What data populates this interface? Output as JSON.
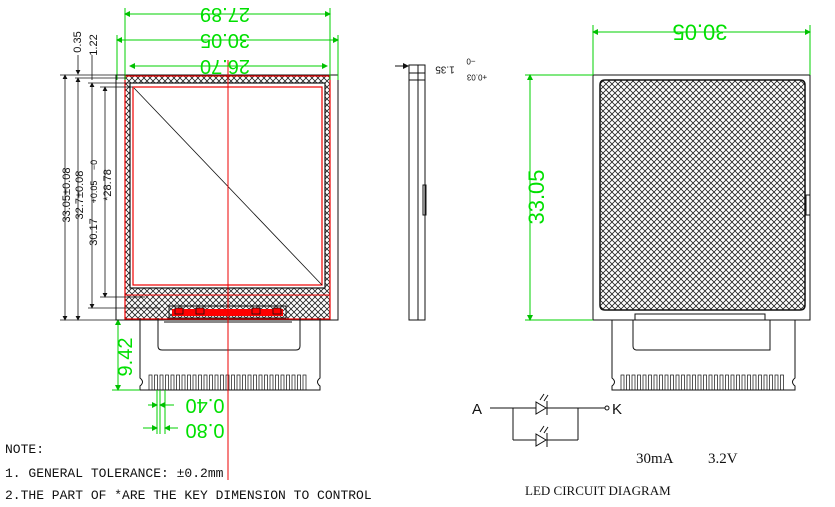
{
  "front_view": {
    "dim_top": "27.89",
    "dim_outer_width": "30.05",
    "dim_active_width": "26.70",
    "dim_033": "0.35",
    "dim_122": "1.22",
    "dim_height_outer": "33.05±0.08",
    "dim_height_glass": "32.7±0.08",
    "dim_height_view": "30.17",
    "dim_height_view_tol_plus": "+0.05",
    "dim_height_view_tol_minus": "−0",
    "dim_height_active": "*28.78",
    "dim_fpc_length": "9.42",
    "dim_pin_width": "0.40",
    "dim_pin_pitch": "0.80"
  },
  "side_view": {
    "dim_thickness": "1.35",
    "dim_thickness_tol_plus": "+0.03",
    "dim_thickness_tol_minus": "−0"
  },
  "back_view": {
    "dim_width": "30.05",
    "dim_height": "33.05"
  },
  "led_circuit": {
    "anode_label": "A",
    "cathode_label": "K",
    "current": "30mA",
    "voltage": "3.2V",
    "title": "LED CIRCUIT DIAGRAM"
  },
  "notes": {
    "heading": "NOTE:",
    "items": [
      "1. GENERAL TOLERANCE: ±0.2mm",
      "2.THE PART OF *ARE THE KEY DIMENSION TO CONTROL"
    ]
  },
  "colors": {
    "dimension": "#00e000",
    "outline": "#111111",
    "highlight": "#ff0000"
  }
}
